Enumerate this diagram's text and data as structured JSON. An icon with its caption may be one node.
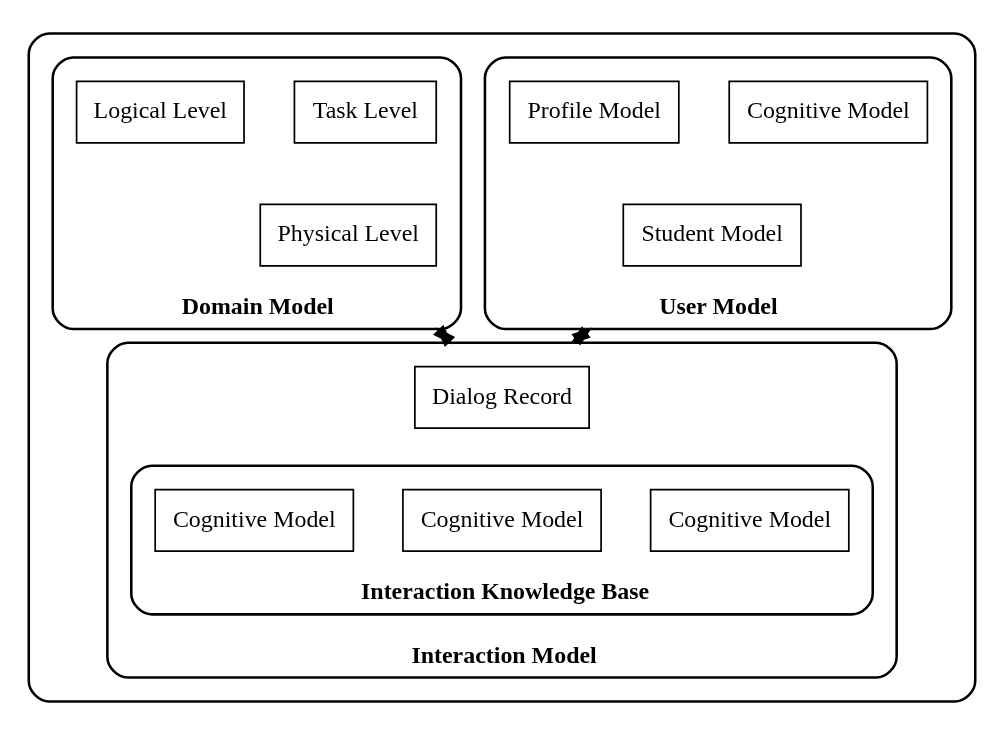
{
  "diagram": {
    "nodes": [
      {
        "text": [],
        "shape": "box"
      },
      {
        "text": [
          "User Model"
        ],
        "in": 0
      },
      {
        "text": [
          "Cognitive Model"
        ],
        "in": 1
      },
      {
        "text": [
          "Profile Model"
        ],
        "in": 1
      },
      {
        "text": [
          "Student Model"
        ],
        "in": 1
      },
      {
        "text": [
          "Domain Model"
        ],
        "in": 0
      },
      {
        "text": [
          "Task Level"
        ],
        "in": 5
      },
      {
        "text": [
          "Logical Level"
        ],
        "in": 5
      },
      {
        "text": [
          "Physical Level"
        ],
        "in": 5
      },
      {
        "text": [
          "Interaction Model"
        ],
        "in": 0
      },
      {
        "text": [
          "Dialog Record"
        ],
        "in": 9
      },
      {
        "text": [
          "Interaction Knowledge Base"
        ],
        "in": 9
      },
      {
        "text": [
          "Cognitive Model"
        ],
        "in": 11
      },
      {
        "text": [
          "Cognitive Model"
        ],
        "in": 11
      },
      {
        "text": [
          "Cognitive Model"
        ],
        "in": 11
      }
    ],
    "edges": [
      {
        "from": 1,
        "to": 9,
        "arrow": "both"
      },
      {
        "from": 5,
        "to": 9,
        "arrow": "both"
      }
    ]
  }
}
